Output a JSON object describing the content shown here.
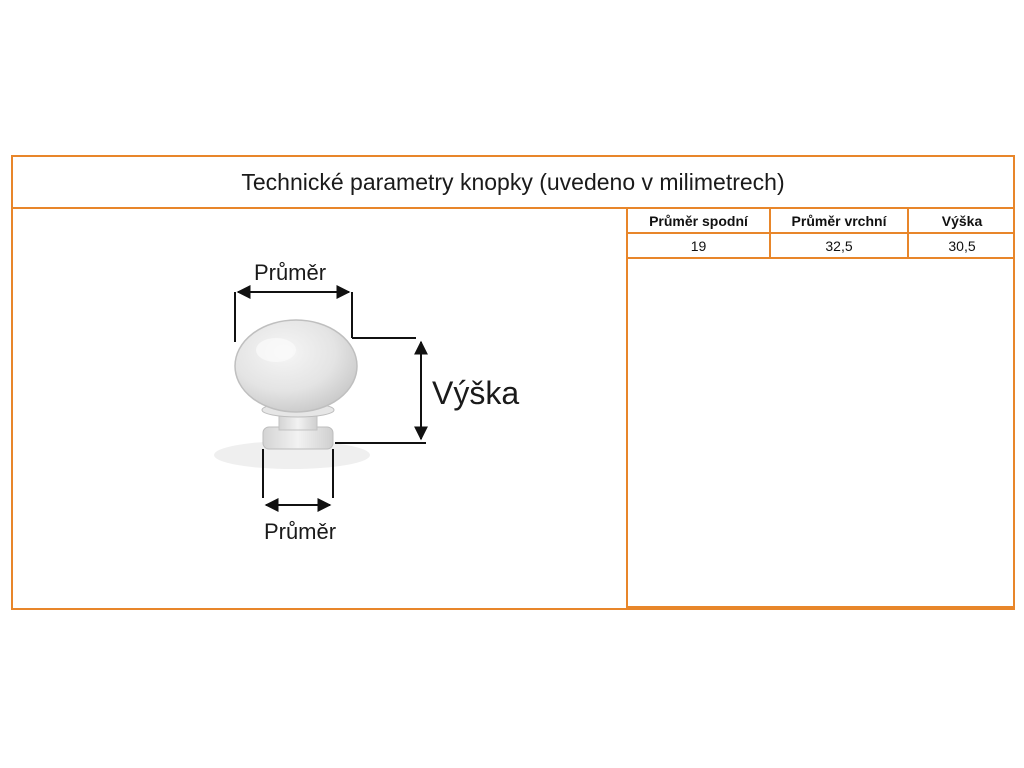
{
  "title": "Technické parametry knopky (uvedeno v milimetrech)",
  "diagram": {
    "label_top": "Průměr",
    "label_height": "Výška",
    "label_bottom": "Průměr"
  },
  "table": {
    "headers": [
      "Průměr spodní",
      "Průměr vrchní",
      "Výška"
    ],
    "values": [
      "19",
      "32,5",
      "30,5"
    ]
  },
  "colors": {
    "border": "#e8862a"
  }
}
